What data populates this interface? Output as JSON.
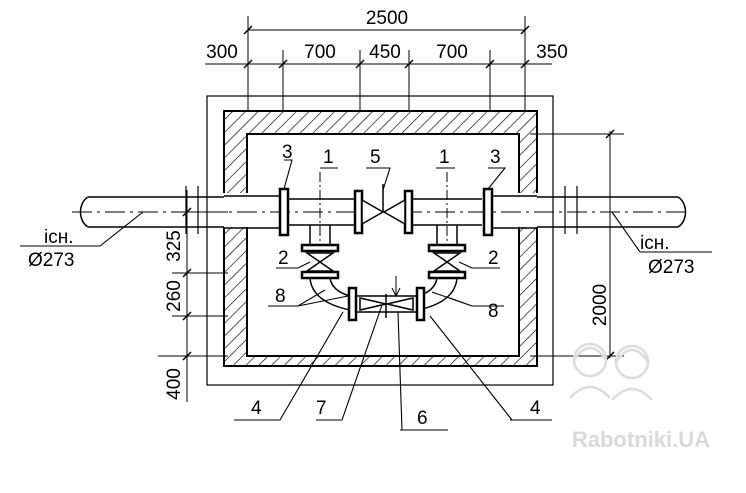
{
  "dimensions": {
    "top_total": "2500",
    "top_segments": [
      "300",
      "700",
      "450",
      "700",
      "350"
    ],
    "right_height": "2000",
    "left_segments": [
      "325",
      "260",
      "400"
    ]
  },
  "pipes": {
    "left_label_top": "існ.",
    "left_label_bottom": "Ø273",
    "right_label_top": "існ.",
    "right_label_bottom": "Ø273"
  },
  "callouts": [
    "1",
    "1",
    "2",
    "2",
    "3",
    "3",
    "4",
    "4",
    "5",
    "6",
    "7",
    "8",
    "8"
  ],
  "watermark": {
    "text": "Rabotniki.UA",
    "icon": "workers-helmet-icon"
  }
}
